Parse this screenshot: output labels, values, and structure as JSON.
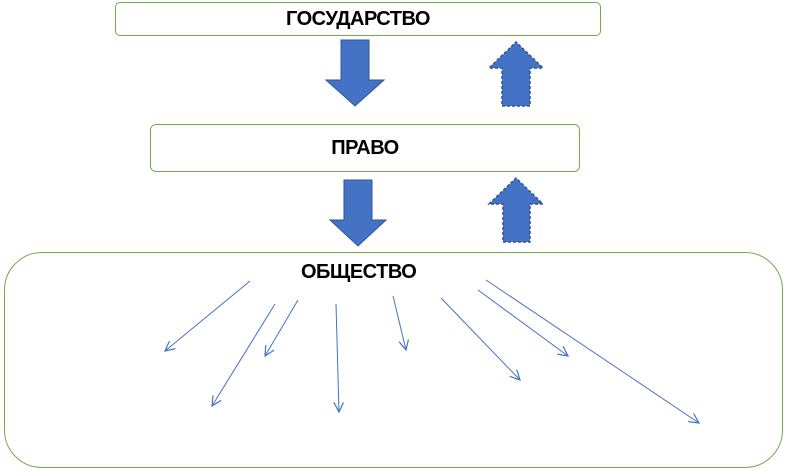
{
  "nodes": {
    "state": "ГОСУДАРСТВО",
    "law": "ПРАВО",
    "society": "ОБЩЕСТВО"
  },
  "colors": {
    "box_border": "#70ad47",
    "arrow_fill": "#4472c4",
    "arrow_stroke": "#2f5597",
    "thin_arrow": "#4472c4"
  }
}
